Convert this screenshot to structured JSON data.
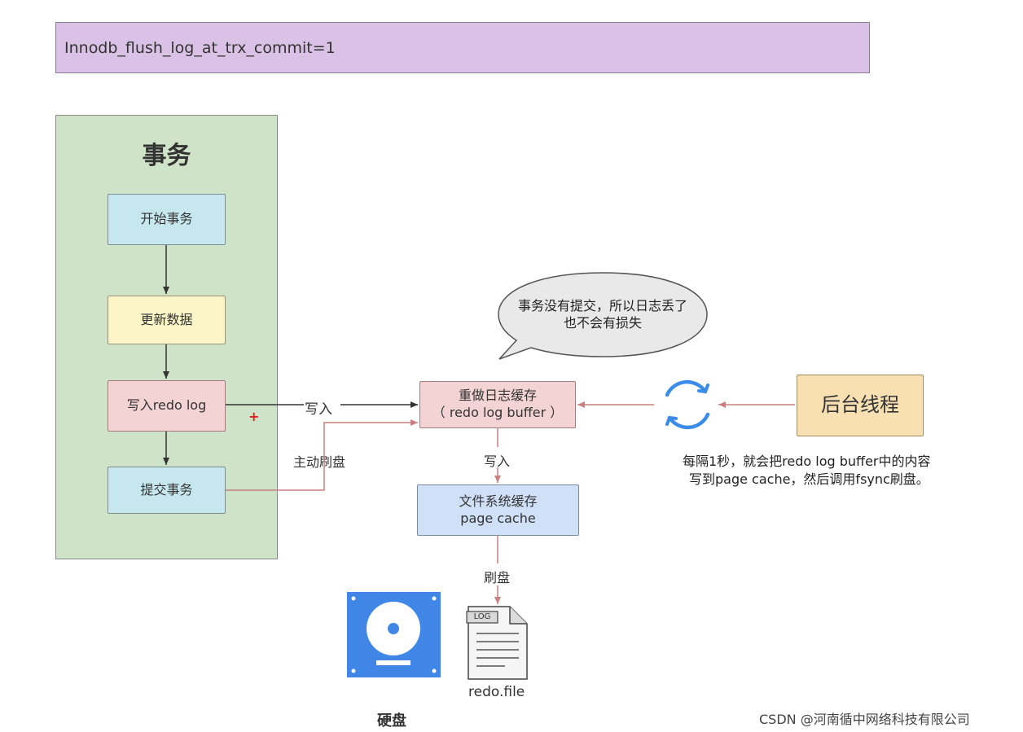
{
  "header": {
    "config_text": "Innodb_flush_log_at_trx_commit=1"
  },
  "transaction": {
    "title": "事务",
    "steps": [
      "开始事务",
      "更新数据",
      "写入redo log",
      "提交事务"
    ]
  },
  "redo_buffer": {
    "line1": "重做日志缓存",
    "line2": "（ redo log buffer ）"
  },
  "page_cache": {
    "line1": "文件系统缓存",
    "line2": "page cache"
  },
  "background": {
    "title": "后台线程",
    "note_line1": "每隔1秒，就会把redo log buffer中的内容",
    "note_line2": "写到page cache，然后调用fsync刷盘。"
  },
  "callout": {
    "line1": "事务没有提交，所以日志丢了",
    "line2": "也不会有损失"
  },
  "arrows": {
    "write_label": "写入",
    "active_flush_label": "主动刷盘",
    "write_down_label": "写入",
    "flush_label": "刷盘"
  },
  "disk": {
    "label": "硬盘"
  },
  "file": {
    "tag": "LOG",
    "label": "redo.file"
  },
  "plus_sign": "+",
  "watermark": "CSDN @河南循中网络科技有限公司",
  "colors": {
    "header_bg": "#d9c2e6",
    "panel_bg": "#cfe3c8",
    "arrow_red": "#c98080",
    "arrow_dark": "#333333",
    "disk_blue": "#3f86e6",
    "sync_blue": "#3b8ce8"
  }
}
